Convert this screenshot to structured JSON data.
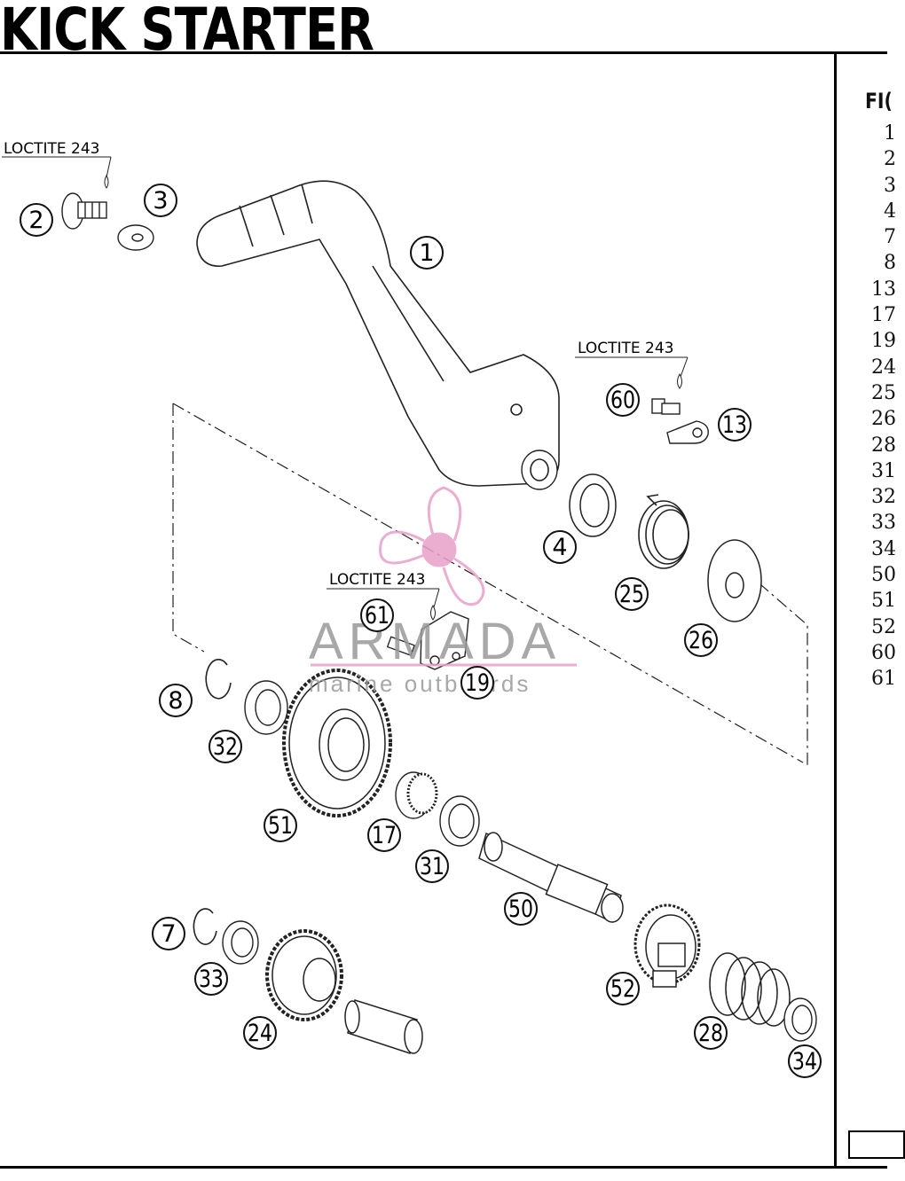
{
  "title": "KICK STARTER",
  "fig_header": "FI(",
  "fig_list": [
    "1",
    "2",
    "3",
    "4",
    "7",
    "8",
    "13",
    "17",
    "19",
    "24",
    "25",
    "26",
    "28",
    "31",
    "32",
    "33",
    "34",
    "50",
    "51",
    "52",
    "60",
    "61"
  ],
  "loctite_label": "LOCTITE 243",
  "callouts": [
    {
      "id": "1",
      "label": "1"
    },
    {
      "id": "2",
      "label": "2"
    },
    {
      "id": "3",
      "label": "3"
    },
    {
      "id": "4",
      "label": "4"
    },
    {
      "id": "7",
      "label": "7"
    },
    {
      "id": "8",
      "label": "8"
    },
    {
      "id": "13",
      "label": "13"
    },
    {
      "id": "17",
      "label": "17"
    },
    {
      "id": "19",
      "label": "19"
    },
    {
      "id": "24",
      "label": "24"
    },
    {
      "id": "25",
      "label": "25"
    },
    {
      "id": "26",
      "label": "26"
    },
    {
      "id": "28",
      "label": "28"
    },
    {
      "id": "31",
      "label": "31"
    },
    {
      "id": "32",
      "label": "32"
    },
    {
      "id": "33",
      "label": "33"
    },
    {
      "id": "34",
      "label": "34"
    },
    {
      "id": "50",
      "label": "50"
    },
    {
      "id": "51",
      "label": "51"
    },
    {
      "id": "52",
      "label": "52"
    },
    {
      "id": "60",
      "label": "60"
    },
    {
      "id": "61",
      "label": "61"
    }
  ],
  "watermark": {
    "brand": "ARMADA",
    "tagline": "marine outboards",
    "color": "#e8a0c8"
  }
}
